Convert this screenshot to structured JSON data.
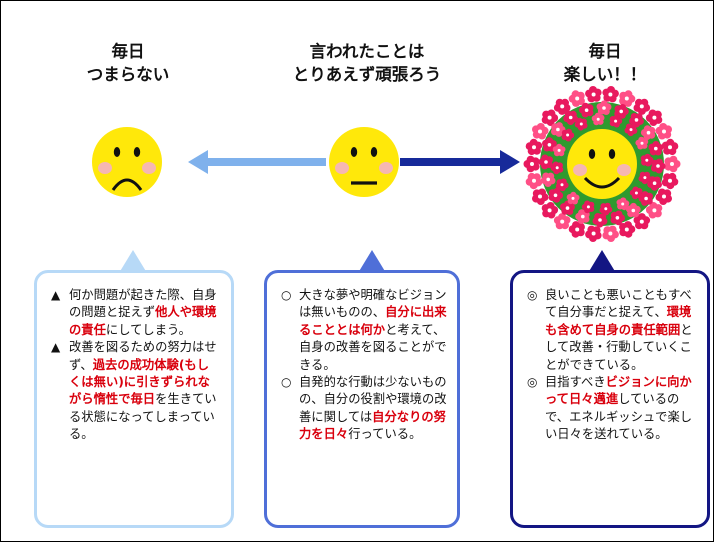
{
  "headings": {
    "left": [
      "毎日",
      "つまらない"
    ],
    "center": [
      "言われたことは",
      "とりあえず頑張ろう"
    ],
    "right": [
      "毎日",
      "楽しい！！"
    ]
  },
  "boxes": {
    "left": {
      "items": [
        {
          "mark": "▲",
          "parts": [
            {
              "t": "何か問題が起きた際、自身の問題と捉えず",
              "hl": false
            },
            {
              "t": "他人や環境の責任",
              "hl": true
            },
            {
              "t": "にしてしまう。",
              "hl": false
            }
          ]
        },
        {
          "mark": "▲",
          "parts": [
            {
              "t": "改善を図るための努力はせず、",
              "hl": false
            },
            {
              "t": "過去の成功体験(もしくは無い)に引きずられながら惰性で毎日",
              "hl": true
            },
            {
              "t": "を生きている状態になってしまっている。",
              "hl": false
            }
          ]
        }
      ]
    },
    "center": {
      "items": [
        {
          "mark": "○",
          "parts": [
            {
              "t": "大きな夢や明確なビジョンは無いものの、",
              "hl": false
            },
            {
              "t": "自分に出来ることとは何か",
              "hl": true
            },
            {
              "t": "と考えて、自身の改善を図ることができる。",
              "hl": false
            }
          ]
        },
        {
          "mark": "○",
          "parts": [
            {
              "t": "自発的な行動は少ないものの、自分の役割や環境の改善に関しては",
              "hl": false
            },
            {
              "t": "自分なりの努力を日々",
              "hl": true
            },
            {
              "t": "行っている。",
              "hl": false
            }
          ]
        }
      ]
    },
    "right": {
      "items": [
        {
          "mark": "◎",
          "parts": [
            {
              "t": "良いことも悪いこともすべて自分事だと捉えて、",
              "hl": false
            },
            {
              "t": "環境も含めて自身の責任範囲",
              "hl": true
            },
            {
              "t": "として改善・行動していくことができている。",
              "hl": false
            }
          ]
        },
        {
          "mark": "◎",
          "parts": [
            {
              "t": "目指すべき",
              "hl": false
            },
            {
              "t": "ビジョンに向かって日々邁進",
              "hl": true
            },
            {
              "t": "しているので、エネルギッシュで楽しい日々を送れている。",
              "hl": false
            }
          ]
        }
      ]
    }
  },
  "colors": {
    "face": "#ffe80a",
    "cheek": "#f6b7b2",
    "arrow_left": "#7fb1ec",
    "arrow_right": "#172a9a",
    "box_left": "#b7d9f7",
    "box_center": "#4f6fd8",
    "box_right": "#131683",
    "highlight": "#d9000d",
    "flower": "#e8195e"
  },
  "icons": [
    "sad-face-icon",
    "neutral-face-icon",
    "happy-face-icon",
    "flower-wreath-icon",
    "left-arrow-icon",
    "right-arrow-icon"
  ]
}
